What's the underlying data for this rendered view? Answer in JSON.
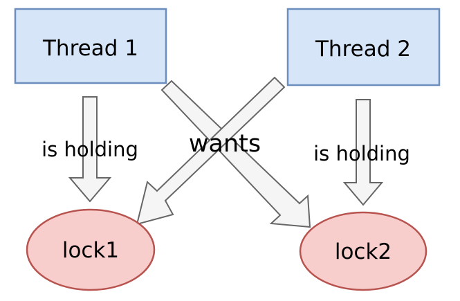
{
  "nodes": {
    "thread1": {
      "label": "Thread 1"
    },
    "thread2": {
      "label": "Thread 2"
    },
    "lock1": {
      "label": "lock1"
    },
    "lock2": {
      "label": "lock2"
    }
  },
  "edges": {
    "holding_left": {
      "label": "is holding"
    },
    "holding_right": {
      "label": "is holding"
    },
    "wants": {
      "label": "wants"
    }
  },
  "colors": {
    "thread_fill": "#d6e6f8",
    "thread_stroke": "#6c8ebf",
    "lock_fill": "#f8cecc",
    "lock_stroke": "#b85450",
    "arrow_fill": "#f5f5f5",
    "arrow_stroke": "#666666",
    "text": "#000000"
  }
}
